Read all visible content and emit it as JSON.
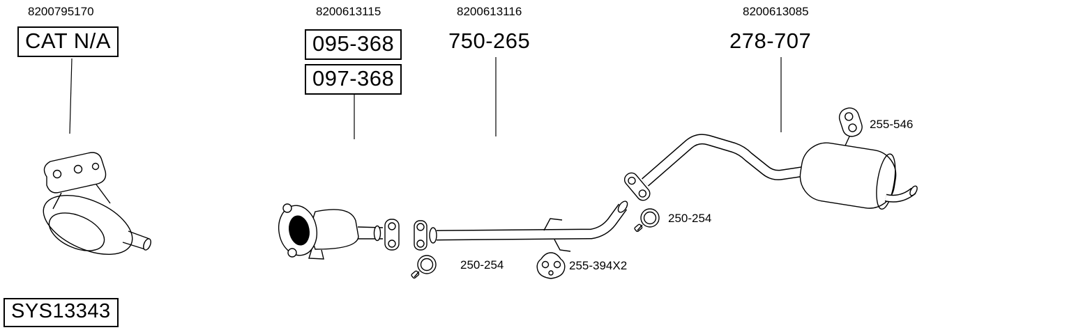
{
  "diagram": {
    "system_code": "SYS13343",
    "groups": {
      "catalyst": {
        "oe_number": "8200795170",
        "label": "CAT N/A"
      },
      "front_pipe": {
        "oe_number": "8200613115",
        "refs": [
          "095-368",
          "097-368"
        ]
      },
      "center_pipe": {
        "oe_number": "8200613116",
        "ref": "750-265"
      },
      "rear_muffler": {
        "oe_number": "8200613085",
        "ref": "278-707"
      }
    },
    "fittings": {
      "rear_hanger": "255-546",
      "clamp_rear": "250-254",
      "clamp_center": "250-254",
      "center_hanger": "255-394X2"
    },
    "colors": {
      "line": "#000000",
      "background": "#ffffff"
    }
  }
}
